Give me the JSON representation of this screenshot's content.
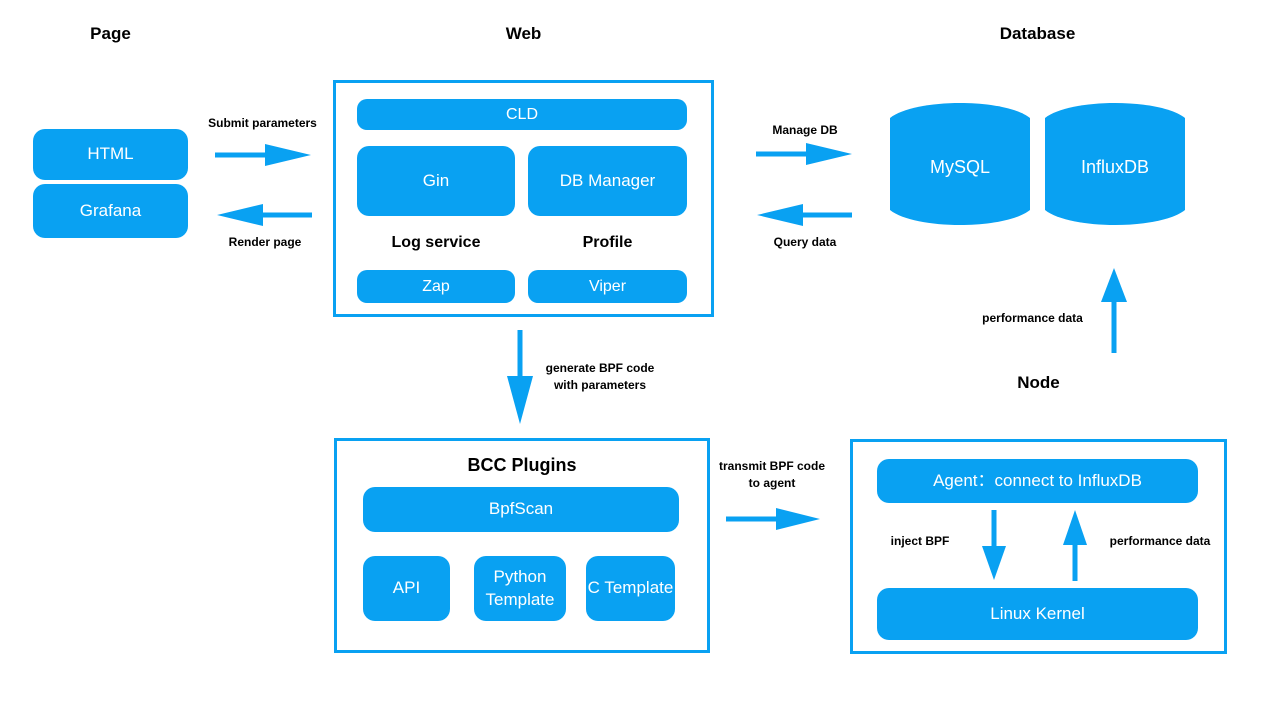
{
  "headings": {
    "page": "Page",
    "web": "Web",
    "database": "Database",
    "node": "Node"
  },
  "page_column": {
    "html": "HTML",
    "grafana": "Grafana"
  },
  "web_panel": {
    "cld": "CLD",
    "gin": "Gin",
    "db_manager": "DB Manager",
    "log_service": "Log service",
    "profile": "Profile",
    "zap": "Zap",
    "viper": "Viper"
  },
  "database_panel": {
    "mysql": "MySQL",
    "influxdb": "InfluxDB"
  },
  "bcc_panel": {
    "title": "BCC Plugins",
    "bpfscan": "BpfScan",
    "api": "API",
    "python_template": "Python Template",
    "c_template": "C Template"
  },
  "node_panel": {
    "agent": "Agent：connect to InfluxDB",
    "linux_kernel": "Linux Kernel"
  },
  "flows": {
    "submit_parameters": "Submit parameters",
    "render_page": "Render page",
    "manage_db": "Manage DB",
    "query_data": "Query data",
    "generate_bpf_line1": "generate BPF code",
    "generate_bpf_line2": "with parameters",
    "performance_data_to_db": "performance data",
    "transmit_line1": "transmit BPF code",
    "transmit_line2": "to agent",
    "inject_bpf": "inject BPF",
    "performance_data_to_agent": "performance data"
  },
  "colors": {
    "accent": "#09A1F2",
    "box_text": "#FFFFFF",
    "label_text": "#000000"
  }
}
